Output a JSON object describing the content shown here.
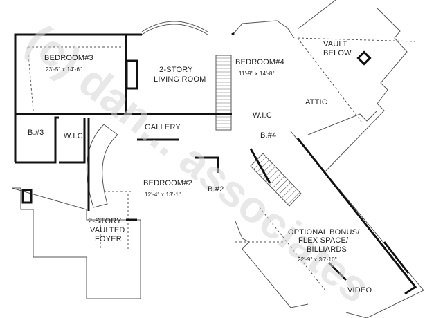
{
  "rooms": {
    "bedroom3": {
      "name": "BEDROOM#3",
      "size": "23'-5\" x 14'-6\""
    },
    "living": {
      "line1": "2-STORY",
      "line2": "LIVING ROOM"
    },
    "bedroom4": {
      "name": "BEDROOM#4",
      "size": "11'-9\" x 14'-8\""
    },
    "vault": {
      "line1": "VAULT",
      "line2": "BELOW"
    },
    "attic": "ATTIC",
    "bath3": "B.#3",
    "wic3": "W.I.C",
    "wic4": "W.I.C",
    "bath4": "B.#4",
    "gallery": "GALLERY",
    "bedroom2": {
      "name": "BEDROOM#2",
      "size": "12'-4\" x 13'-1\""
    },
    "bath2": "B.#2",
    "foyer": {
      "line1": "2-STORY",
      "line2": "VAULTED",
      "line3": "FOYER"
    },
    "bonus": {
      "line1": "OPTIONAL BONUS/",
      "line2": "FLEX SPACE/",
      "line3": "BILLIARDS",
      "size": "22'-9\" x 36'-10\""
    },
    "video": "VIDEO"
  },
  "watermark": "(c) dan... associates",
  "colors": {
    "wall": "#111111",
    "line": "#555555",
    "watermark": "#d6d6d6"
  }
}
